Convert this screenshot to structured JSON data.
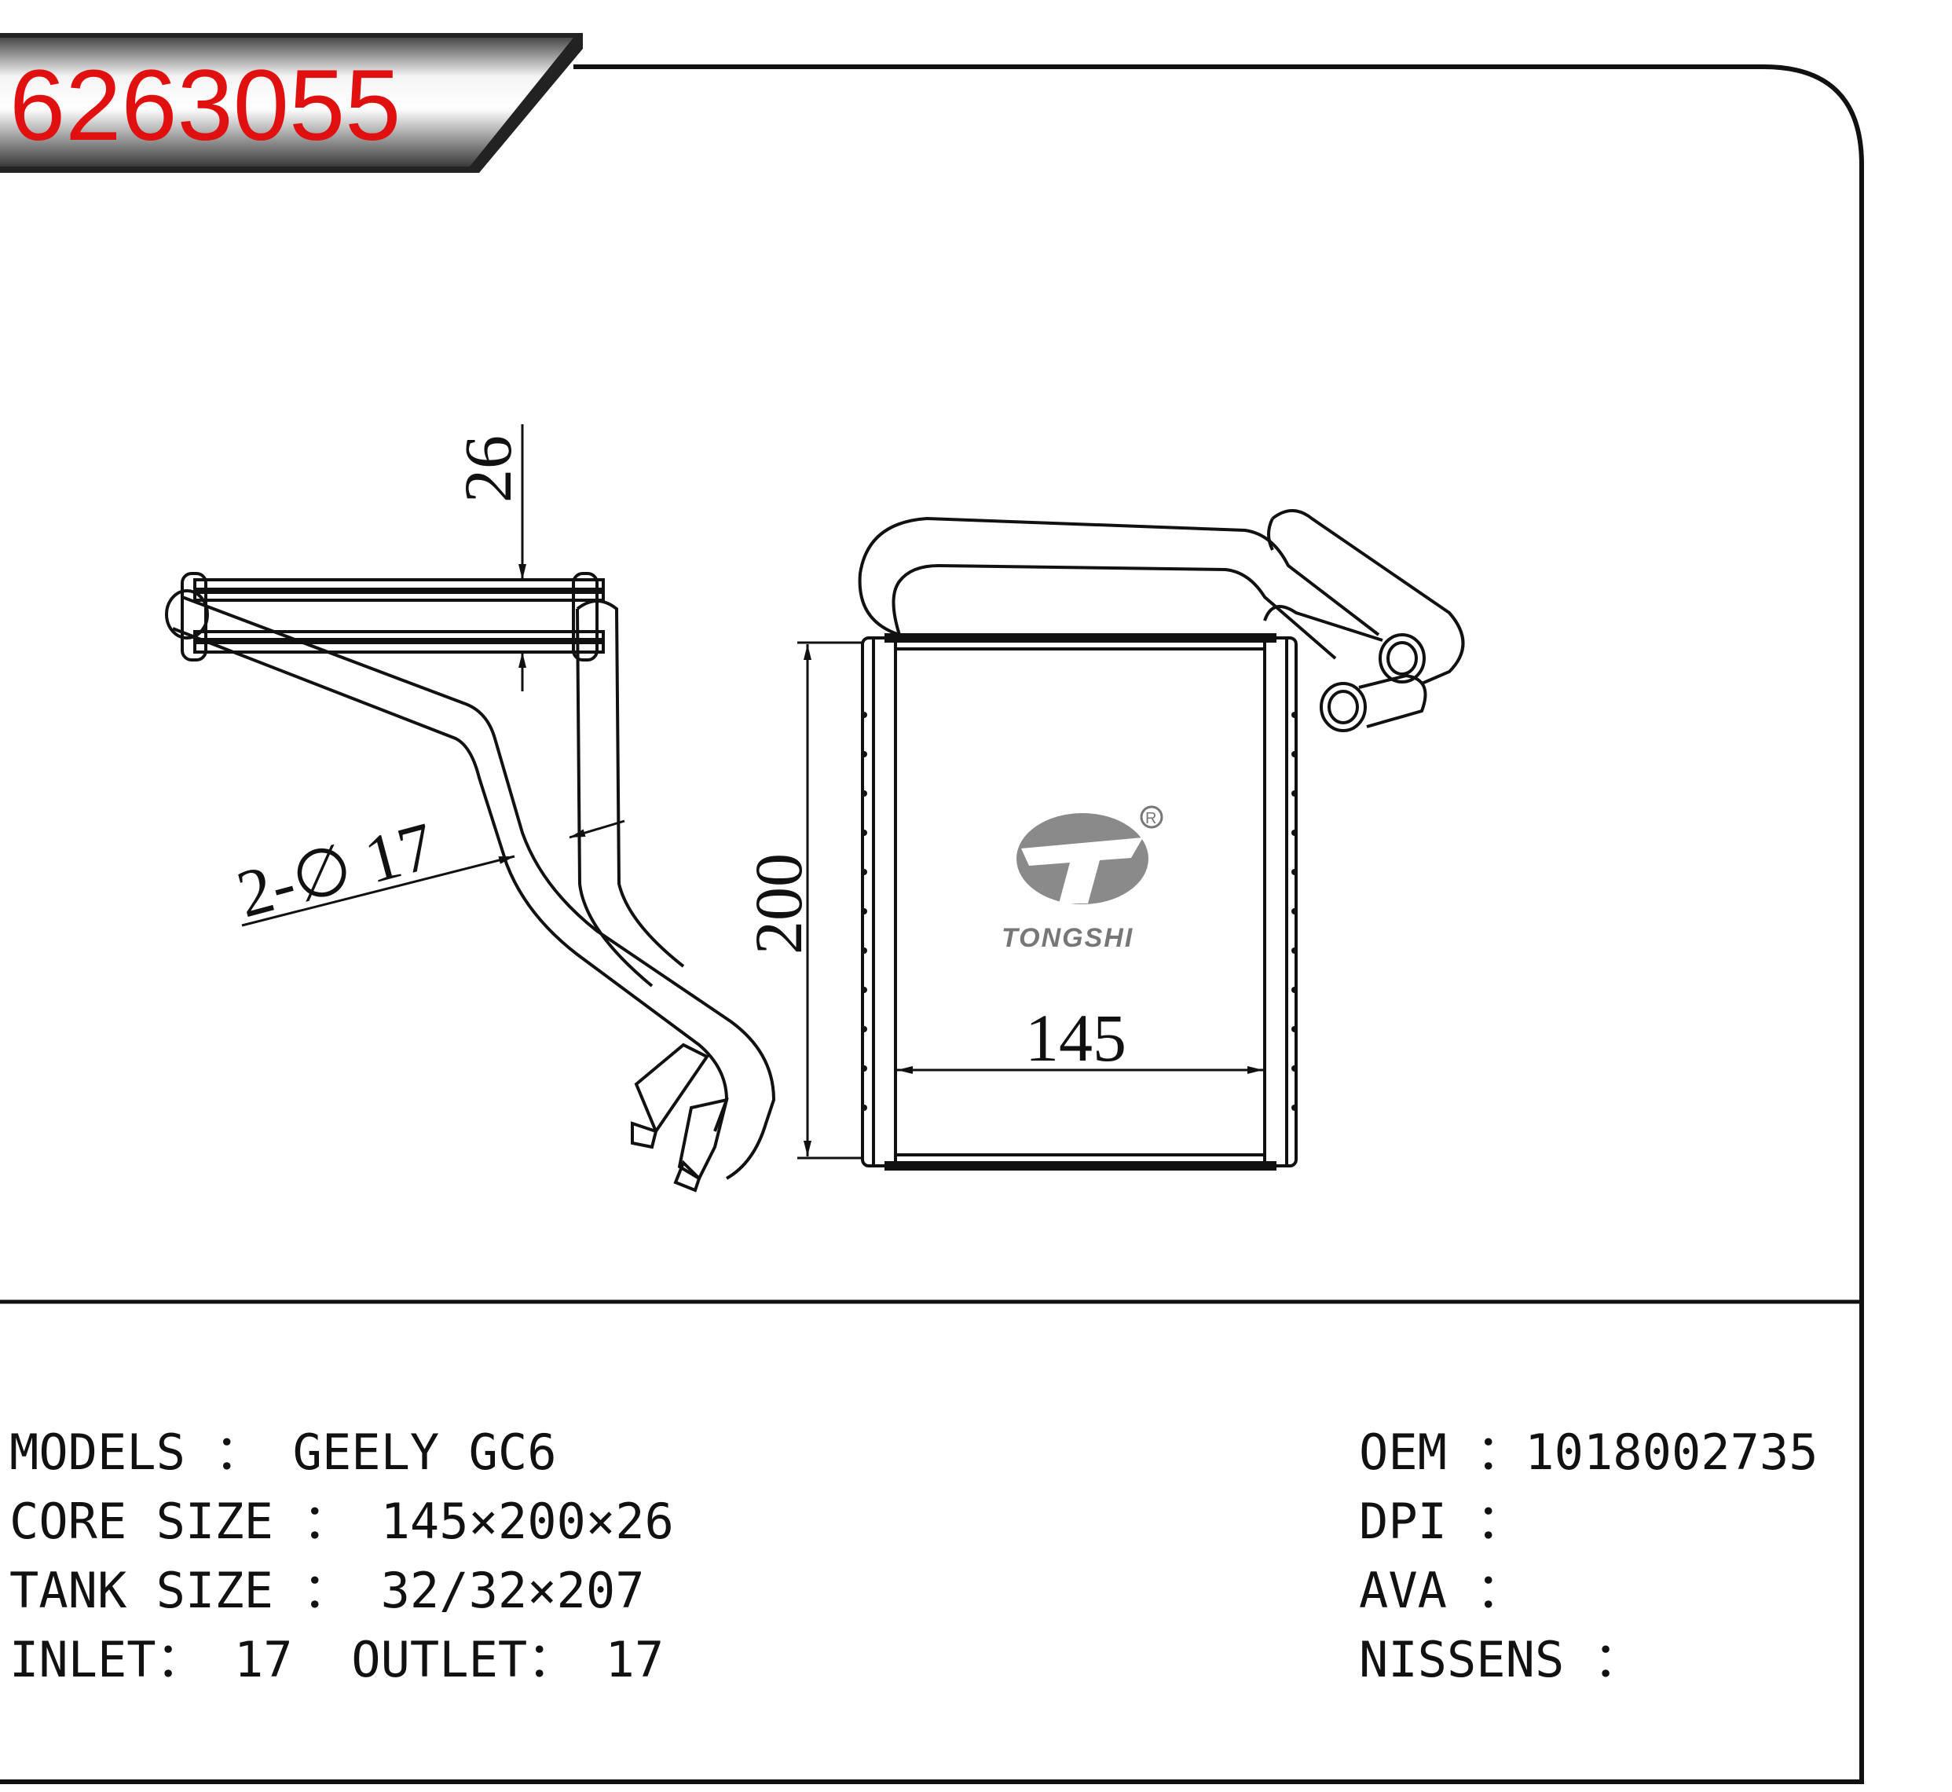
{
  "header": {
    "part_number": "6263055"
  },
  "dimensions": {
    "thickness": "26",
    "pipe_diameter": "2-∅ 17",
    "height": "200",
    "width": "145"
  },
  "brand": {
    "name": "TONGSHI",
    "registered_mark": "R"
  },
  "specs": {
    "models": "MODELS ： GEELY GC6",
    "core_size": "CORE SIZE ： 145×200×26",
    "tank_size": "TANK SIZE ： 32/32×207",
    "inlet_outlet": "INLET： 17  OUTLET： 17",
    "oem": "OEM ：1018002735",
    "dpi": "DPI ：",
    "ava": "AVA ：",
    "nissens": "NISSENS ："
  },
  "colors": {
    "part_number": "#e01010",
    "outline": "#111111",
    "logo": "#8a8a8a"
  }
}
